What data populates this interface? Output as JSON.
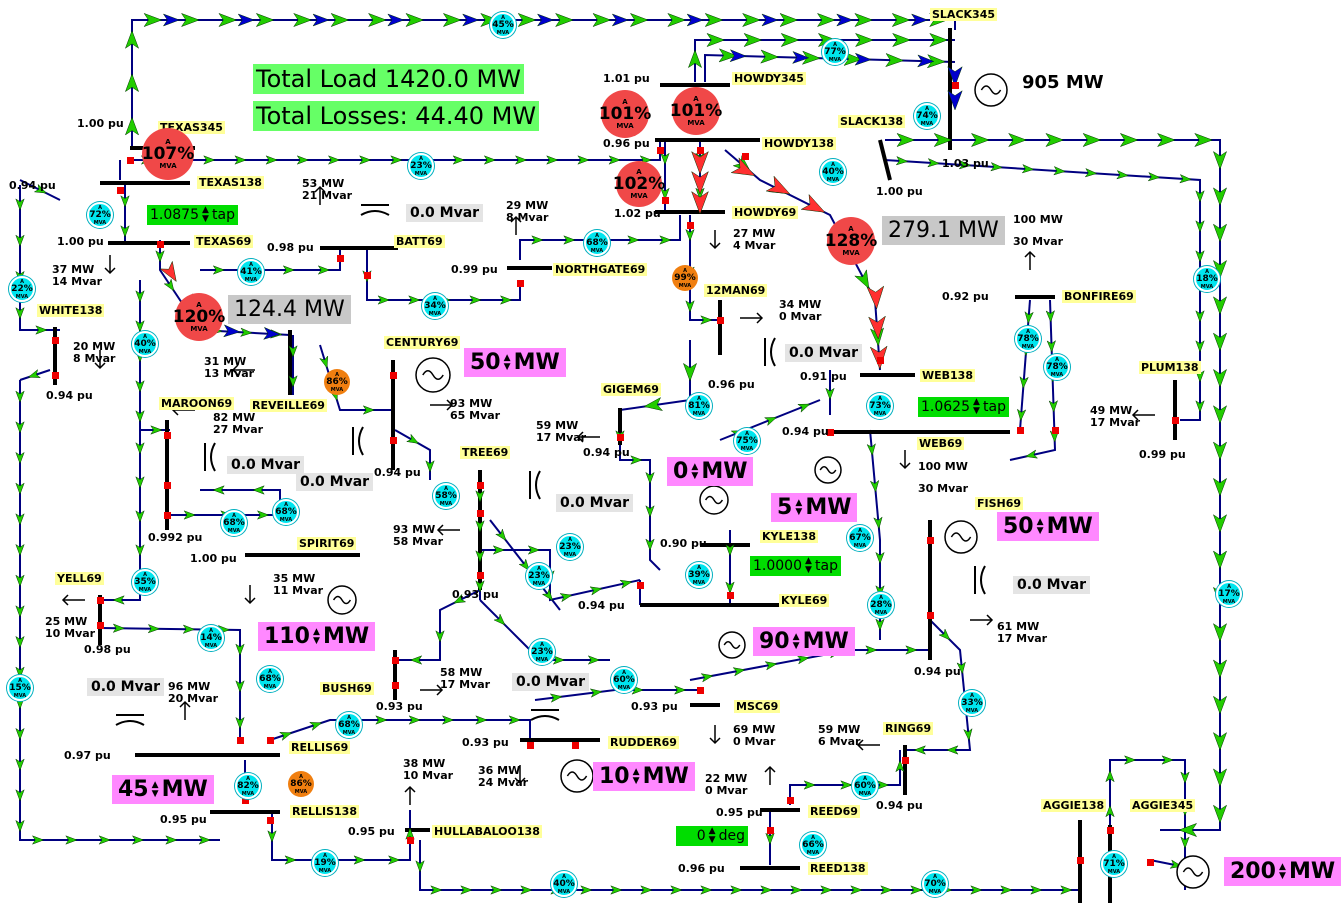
{
  "totals": {
    "load": "Total Load 1420.0 MW",
    "losses": "Total Losses: 44.40 MW"
  },
  "slack_mw": "905 MW",
  "colors": {
    "line": "#000080",
    "arrow_green": "#22cc00",
    "arrow_blue": "#0000cc",
    "arrow_red": "#ff3030",
    "bus": "#000000",
    "label_bg": "#ffff99",
    "gen_bg": "#ff88ff",
    "tap_bg": "#00dd00",
    "flow_bg": "#c8c8c8",
    "pie_cyan": "#00e5ee",
    "pie_red": "#f04848",
    "pie_orange": "#f07f10"
  },
  "buses": {
    "slack345": "SLACK345",
    "howdy345": "HOWDY345",
    "texas345": "TEXAS345",
    "texas138": "TEXAS138",
    "howdy138": "HOWDY138",
    "slack138": "SLACK138",
    "howdy69": "HOWDY69",
    "texas69": "TEXAS69",
    "batt69": "BATT69",
    "northgate69": "NORTHGATE69",
    "twelveman69": "12MAN69",
    "bonfire69": "BONFIRE69",
    "white138": "WHITE138",
    "century69": "CENTURY69",
    "reveille69": "REVEILLE69",
    "web138": "WEB138",
    "plum138": "PLUM138",
    "maroon69": "MAROON69",
    "gigem69": "GIGEM69",
    "web69": "WEB69",
    "tree69": "TREE69",
    "fish69": "FISH69",
    "spirit69": "SPIRIT69",
    "kyle138": "KYLE138",
    "kyle69": "KYLE69",
    "yell69": "YELL69",
    "bush69": "BUSH69",
    "msc69": "MSC69",
    "rellis69": "RELLIS69",
    "rudder69": "RUDDER69",
    "ring69": "RING69",
    "rellis138": "RELLIS138",
    "hullabaloo138": "HULLABALOO138",
    "reed69": "REED69",
    "aggie138": "AGGIE138",
    "aggie345": "AGGIE345",
    "reed138": "REED138"
  },
  "voltages": {
    "texas345": "1.00 pu",
    "howdy345": "1.01 pu",
    "howdy138": "0.96 pu",
    "howdy69": "1.02 pu",
    "slack345": "1.03 pu",
    "slack138": "1.00 pu",
    "texas138": "0.94 pu",
    "texas69": "1.00 pu",
    "batt69": "0.98 pu",
    "northgate69": "0.99 pu",
    "white138": "0.94 pu",
    "twelveman69": "0.96 pu",
    "bonfire69": "0.92 pu",
    "web138": "0.91 pu",
    "web69": "0.94 pu",
    "plum138": "0.99 pu",
    "gigem69": "0.94 pu",
    "century69": "0.94 pu",
    "maroon69": "0.992 pu",
    "spirit69": "1.00 pu",
    "kyle138": "0.90 pu",
    "tree69": "0.93 pu",
    "kyle69": "0.94 pu",
    "yell69": "0.98 pu",
    "fish69": "0.94 pu",
    "bush69": "0.93 pu",
    "msc69": "0.93 pu",
    "rudder69": "0.93 pu",
    "rellis69": "0.97 pu",
    "ring69": "0.94 pu",
    "rellis138": "0.95 pu",
    "hullabaloo138": "0.95 pu",
    "reed69": "0.95 pu",
    "reed138": "0.96 pu"
  },
  "loads": [
    {
      "mw": "53 MW",
      "mvar": "21 Mvar"
    },
    {
      "mw": "29 MW",
      "mvar": "8 Mvar"
    },
    {
      "mw": "27 MW",
      "mvar": "4 Mvar"
    },
    {
      "mw": "37 MW",
      "mvar": "14 Mvar"
    },
    {
      "mw": "100 MW",
      "mvar": "30 Mvar"
    },
    {
      "mw": "34 MW",
      "mvar": "0 Mvar"
    },
    {
      "mw": "20 MW",
      "mvar": "8 Mvar"
    },
    {
      "mw": "31 MW",
      "mvar": "13 Mvar"
    },
    {
      "mw": "93 MW",
      "mvar": "65 Mvar"
    },
    {
      "mw": "82 MW",
      "mvar": "27 Mvar"
    },
    {
      "mw": "59 MW",
      "mvar": "17 Mvar"
    },
    {
      "mw": "49 MW",
      "mvar": "17 Mvar"
    },
    {
      "mw": "100 MW",
      "mvar": "30 Mvar"
    },
    {
      "mw": "93 MW",
      "mvar": "58 Mvar"
    },
    {
      "mw": "35 MW",
      "mvar": "11 Mvar"
    },
    {
      "mw": "25 MW",
      "mvar": "10 Mvar"
    },
    {
      "mw": "61 MW",
      "mvar": "17 Mvar"
    },
    {
      "mw": "96 MW",
      "mvar": "20 Mvar"
    },
    {
      "mw": "58 MW",
      "mvar": "17 Mvar"
    },
    {
      "mw": "69 MW",
      "mvar": "0 Mvar"
    },
    {
      "mw": "59 MW",
      "mvar": "6 Mvar"
    },
    {
      "mw": "38 MW",
      "mvar": "10 Mvar"
    },
    {
      "mw": "36 MW",
      "mvar": "24 Mvar"
    },
    {
      "mw": "22 MW",
      "mvar": "0 Mvar"
    }
  ],
  "branch_flows": {
    "howdy69_web": "279.1 MW",
    "texas69_reveille": "124.4 MW"
  },
  "transformer_taps": {
    "texas": "1.0875",
    "web": "1.0625",
    "kyle": "1.0000",
    "tap_suffix": "tap"
  },
  "phase_shifter": {
    "value": "0",
    "unit": "deg"
  },
  "capacitors": {
    "batt": "0.0 Mvar",
    "twelveman": "0.0 Mvar",
    "maroon": "0.0 Mvar",
    "century": "0.0 Mvar",
    "tree": "0.0 Mvar",
    "fish": "0.0 Mvar",
    "rellis": "0.0 Mvar",
    "rudder": "0.0 Mvar"
  },
  "generators": {
    "century": "50",
    "gigem": "0",
    "kyle": "5",
    "fish": "50",
    "spirit": "110",
    "kyle69": "90",
    "rudder": "10",
    "rellis": "45",
    "aggie": "200",
    "unit": "MW"
  },
  "pies": [
    {
      "pct": "45%",
      "c": "cyan"
    },
    {
      "pct": "77%",
      "c": "cyan"
    },
    {
      "pct": "74%",
      "c": "cyan"
    },
    {
      "pct": "101%",
      "c": "red"
    },
    {
      "pct": "101%",
      "c": "red"
    },
    {
      "pct": "107%",
      "c": "red"
    },
    {
      "pct": "23%",
      "c": "cyan"
    },
    {
      "pct": "40%",
      "c": "cyan"
    },
    {
      "pct": "102%",
      "c": "red"
    },
    {
      "pct": "72%",
      "c": "cyan"
    },
    {
      "pct": "68%",
      "c": "cyan"
    },
    {
      "pct": "128%",
      "c": "red"
    },
    {
      "pct": "41%",
      "c": "cyan"
    },
    {
      "pct": "99%",
      "c": "orange"
    },
    {
      "pct": "22%",
      "c": "cyan"
    },
    {
      "pct": "34%",
      "c": "cyan"
    },
    {
      "pct": "18%",
      "c": "cyan"
    },
    {
      "pct": "120%",
      "c": "red"
    },
    {
      "pct": "78%",
      "c": "cyan"
    },
    {
      "pct": "40%",
      "c": "cyan"
    },
    {
      "pct": "78%",
      "c": "cyan"
    },
    {
      "pct": "86%",
      "c": "orange"
    },
    {
      "pct": "81%",
      "c": "cyan"
    },
    {
      "pct": "73%",
      "c": "cyan"
    },
    {
      "pct": "75%",
      "c": "cyan"
    },
    {
      "pct": "58%",
      "c": "cyan"
    },
    {
      "pct": "68%",
      "c": "cyan"
    },
    {
      "pct": "68%",
      "c": "cyan"
    },
    {
      "pct": "67%",
      "c": "cyan"
    },
    {
      "pct": "23%",
      "c": "cyan"
    },
    {
      "pct": "35%",
      "c": "cyan"
    },
    {
      "pct": "23%",
      "c": "cyan"
    },
    {
      "pct": "39%",
      "c": "cyan"
    },
    {
      "pct": "14%",
      "c": "cyan"
    },
    {
      "pct": "28%",
      "c": "cyan"
    },
    {
      "pct": "17%",
      "c": "cyan"
    },
    {
      "pct": "23%",
      "c": "cyan"
    },
    {
      "pct": "15%",
      "c": "cyan"
    },
    {
      "pct": "68%",
      "c": "cyan"
    },
    {
      "pct": "60%",
      "c": "cyan"
    },
    {
      "pct": "33%",
      "c": "cyan"
    },
    {
      "pct": "68%",
      "c": "cyan"
    },
    {
      "pct": "82%",
      "c": "cyan"
    },
    {
      "pct": "86%",
      "c": "orange"
    },
    {
      "pct": "60%",
      "c": "cyan"
    },
    {
      "pct": "19%",
      "c": "cyan"
    },
    {
      "pct": "66%",
      "c": "cyan"
    },
    {
      "pct": "40%",
      "c": "cyan"
    },
    {
      "pct": "71%",
      "c": "cyan"
    },
    {
      "pct": "70%",
      "c": "cyan"
    }
  ],
  "pie_unit": "MVA",
  "pie_top": "A"
}
